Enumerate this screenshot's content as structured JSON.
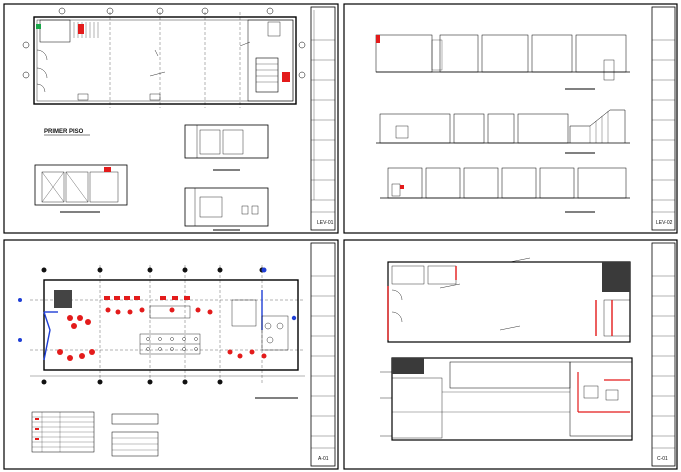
{
  "sheets": [
    {
      "id": "sheet-1",
      "plan_label": "PRIMER PISO",
      "code": "LEV-01"
    },
    {
      "id": "sheet-2",
      "code": "LEV-02"
    },
    {
      "id": "sheet-3",
      "code": "A-01"
    },
    {
      "id": "sheet-4",
      "code": "C-01"
    }
  ],
  "colors": {
    "line": "#000000",
    "accent_red": "#e31b1b",
    "accent_blue": "#1f3fd6",
    "accent_green": "#1aa84a",
    "hatch": "#222222"
  }
}
